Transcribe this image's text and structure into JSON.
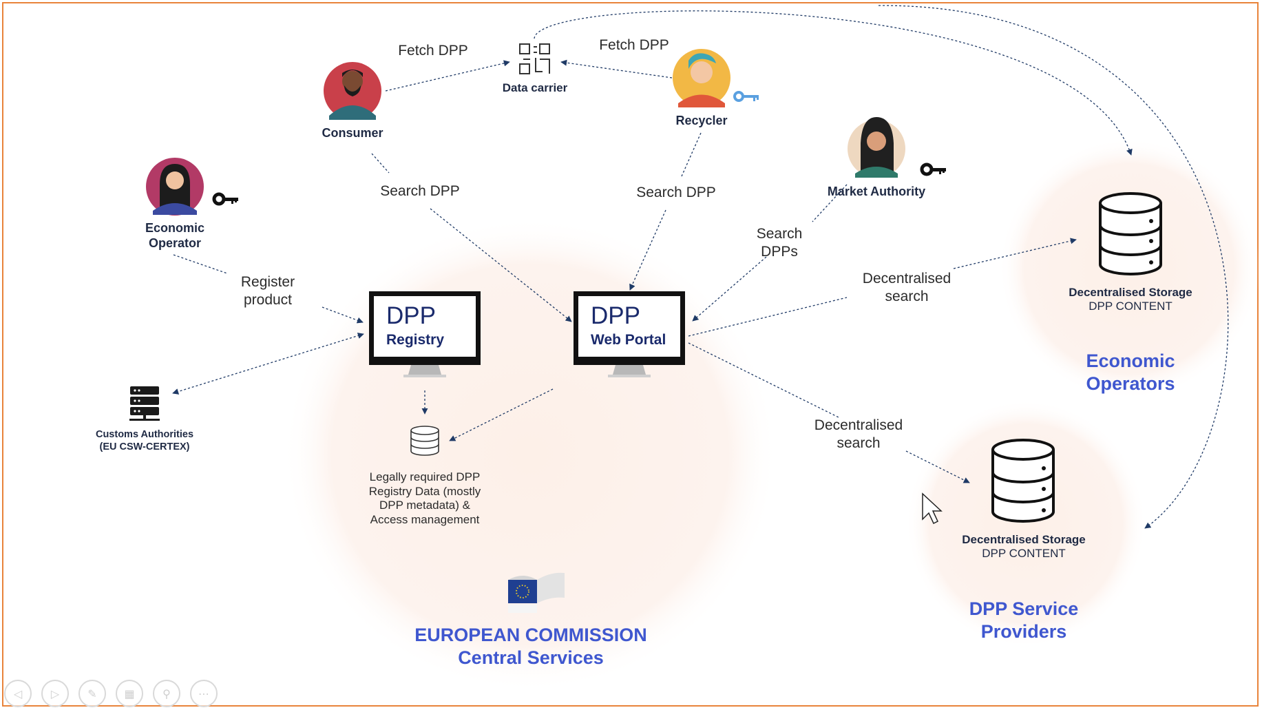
{
  "actors": {
    "consumer": "Consumer",
    "recycler": "Recycler",
    "market_authority": "Market Authority",
    "economic_operator": "Economic\nOperator",
    "customs": "Customs Authorities\n(EU CSW-CERTEX)",
    "data_carrier": "Data carrier"
  },
  "edges": {
    "fetch_consumer": "Fetch DPP",
    "fetch_recycler": "Fetch DPP",
    "search_consumer": "Search DPP",
    "search_recycler": "Search DPP",
    "search_market": "Search\nDPPs",
    "register": "Register\nproduct",
    "decentral_top": "Decentralised\nsearch",
    "decentral_bottom": "Decentralised\nsearch"
  },
  "registry_monitor": {
    "line1": "DPP",
    "line2": "Registry"
  },
  "portal_monitor": {
    "line1": "DPP",
    "line2": "Web Portal"
  },
  "registry_note": "Legally required DPP\nRegistry Data (mostly\nDPP metadata) &\nAccess management",
  "storage_economic": {
    "title": "Decentralised Storage",
    "subtitle": "DPP CONTENT"
  },
  "storage_service": {
    "title": "Decentralised Storage",
    "subtitle": "DPP CONTENT"
  },
  "regions": {
    "commission": "EUROPEAN COMMISSION\nCentral Services",
    "economic_operators": "Economic\nOperators",
    "service_providers": "DPP Service\nProviders"
  },
  "colors": {
    "region_title": "#3f57cf",
    "arrow": "#1f3a66",
    "blob": "#fdf1ea",
    "frame": "#e8833a",
    "key_blue": "#5aa0e0",
    "key_dark": "#111111"
  },
  "toolbar": {
    "icons": [
      "previous-icon",
      "next-icon",
      "pen-icon",
      "slides-grid-icon",
      "zoom-icon",
      "more-icon"
    ]
  }
}
